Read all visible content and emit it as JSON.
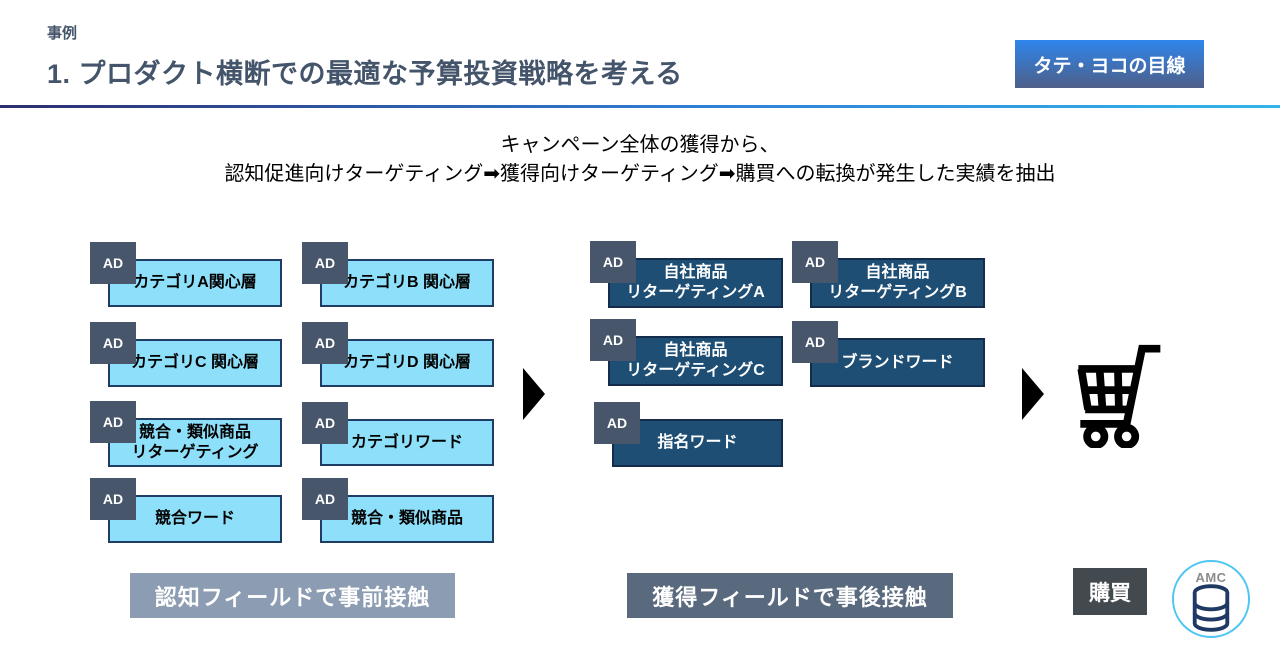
{
  "header": {
    "eyebrow": "事例",
    "title": "1. プロダクト横断での最適な予算投資戦略を考える",
    "badge": "タテ・ヨコの目線"
  },
  "description": {
    "line1": "キャンペーン全体の獲得から、",
    "line2": "認知促進向けターゲティング➡獲得向けターゲティング➡購買への転換が発生した実績を抽出"
  },
  "ad_label": "AD",
  "awareness_group": {
    "boxes": [
      {
        "label": "カテゴリA関心層"
      },
      {
        "label": "カテゴリB 関心層"
      },
      {
        "label": "カテゴリC 関心層"
      },
      {
        "label": "カテゴリD 関心層"
      },
      {
        "label": "競合・類似商品\nリターゲティング"
      },
      {
        "label": "カテゴリワード"
      },
      {
        "label": "競合ワード"
      },
      {
        "label": "競合・類似商品"
      }
    ],
    "caption": "認知フィールドで事前接触"
  },
  "acquisition_group": {
    "boxes": [
      {
        "label": "自社商品\nリターゲティングA"
      },
      {
        "label": "自社商品\nリターゲティングB"
      },
      {
        "label": "自社商品\nリターゲティングC"
      },
      {
        "label": "ブランドワード"
      },
      {
        "label": "指名ワード"
      }
    ],
    "caption": "獲得フィールドで事後接触"
  },
  "purchase_label": "購買",
  "amc_label": "AMC",
  "icons": {
    "cart": "shopping-cart-icon",
    "database": "database-icon",
    "flow_arrow": "right-triangle-arrow"
  },
  "colors": {
    "title_text": "#44546A",
    "badge_gradient_top": "#2E86EC",
    "badge_gradient_bottom": "#4E5F88",
    "divider_left": "#2C2E6E",
    "divider_right": "#31B5E9",
    "light_box_fill": "#8EDFFA",
    "light_box_border": "#1E3C64",
    "dark_box_fill": "#1F4E74",
    "dark_box_border": "#132C4C",
    "ad_tag": "#47566B",
    "caption_pre_bg": "#8C9CB2",
    "caption_post_bg": "#5A6A7E",
    "purchase_bg": "#42494F",
    "amc_ring": "#4EC6F3",
    "db_icon": "#1F3864"
  }
}
